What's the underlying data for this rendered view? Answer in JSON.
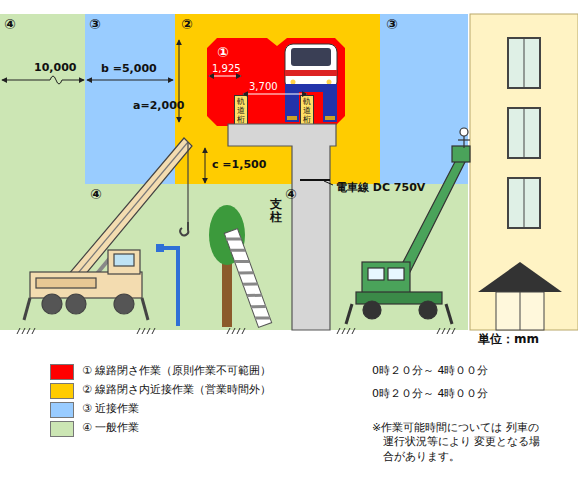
{
  "diagram": {
    "nodes": [
      {
        "text": [
          "④",
          "④",
          "④"
        ]
      },
      {
        "text": [
          "③"
        ],
        "in": 0
      },
      {
        "text": [
          "②"
        ],
        "in": 0
      },
      {
        "text": [
          "①"
        ],
        "in": 2
      },
      {
        "text": [
          "③"
        ],
        "in": 0
      },
      {
        "text": [
          "軌道桁"
        ],
        "in": 3
      },
      {
        "text": [
          "軌道桁"
        ],
        "in": 3
      }
    ],
    "labels": [
      "10,000",
      "b =5,000",
      "a=2,000",
      "1,925",
      "3,700",
      "c =1,500",
      "電車線 DC 750V",
      "支柱",
      "単位：mm",
      "0時２０分～ 4時００分",
      "0時２０分～ 4時００分",
      "※作業可能時間については 列車の運行状況等により 変更となる場合があります。"
    ],
    "legend": [
      {
        "text": "① 線路閉さ作業（原則作業不可範囲）",
        "color": "#ff0000"
      },
      {
        "text": "② 線路閉さ内近接作業（営業時間外）",
        "color": "#ffcc00"
      },
      {
        "text": "③ 近接作業",
        "color": "#99ccff"
      },
      {
        "text": "④ 一般作業",
        "color": "#cce6b4"
      }
    ]
  }
}
